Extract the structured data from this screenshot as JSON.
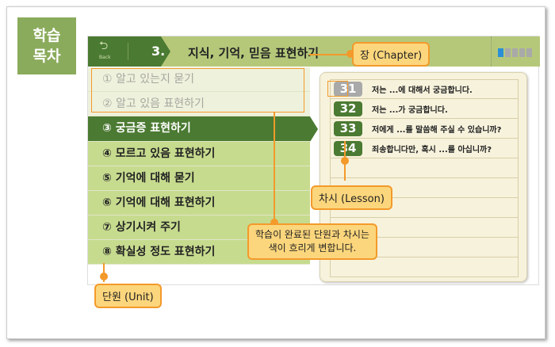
{
  "title": "학습\n목차",
  "title_lines": [
    "학습",
    "목차"
  ],
  "header": {
    "back_label": "Back",
    "chapter_number": "3.",
    "chapter_title": "지식, 기억, 믿음 표현하기",
    "progress": {
      "current": 1,
      "total": 5
    }
  },
  "units": [
    {
      "label": "① 알고 있는지 묻기",
      "state": "done"
    },
    {
      "label": "② 알고 있음 표현하기",
      "state": "done"
    },
    {
      "label": "③ 궁금증 표현하기",
      "state": "current"
    },
    {
      "label": "④ 모르고 있음 표현하기",
      "state": "todo"
    },
    {
      "label": "⑤ 기억에 대해 묻기",
      "state": "todo"
    },
    {
      "label": "⑥ 기억에 대해 표현하기",
      "state": "todo"
    },
    {
      "label": "⑦ 상기시켜 주기",
      "state": "todo"
    },
    {
      "label": "⑧ 확실성 정도 표현하기",
      "state": "todo"
    }
  ],
  "lessons": [
    {
      "number": "31",
      "text": "저는 ...에 대해서 궁금합니다.",
      "state": "done"
    },
    {
      "number": "32",
      "text": "저는 ...가 궁금합니다.",
      "state": "todo"
    },
    {
      "number": "33",
      "text": "저에게 ...를 말씀해 주실 수 있습니까?",
      "state": "todo"
    },
    {
      "number": "34",
      "text": "죄송합니다만, 혹시 ...를 아십니까?",
      "state": "todo"
    }
  ],
  "callouts": {
    "chapter": "장 (Chapter)",
    "lesson": "차시 (Lesson)",
    "completed_line1": "학습이 완료된 단원과 차시는",
    "completed_line2": "색이 흐리게 변합니다.",
    "unit": "단원 (Unit)"
  }
}
